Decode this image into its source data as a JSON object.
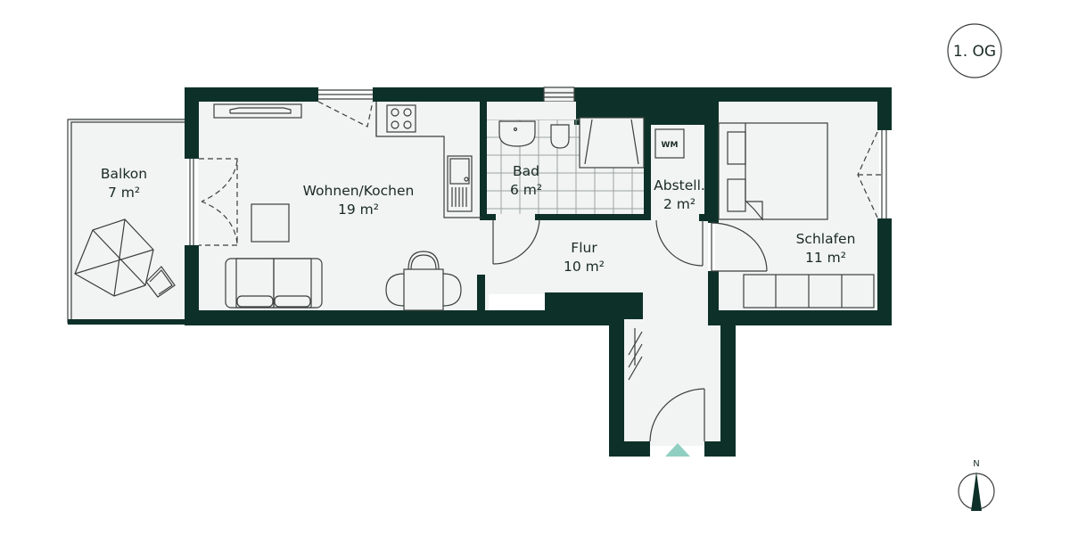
{
  "floor_badge": {
    "label": "1. OG"
  },
  "compass": {
    "label": "N"
  },
  "colors": {
    "wall": "#0d3129",
    "floor": "#f1f4f3",
    "entrance_marker": "#8fcfc2",
    "line": "#3a3f3d"
  },
  "rooms": [
    {
      "id": "balkon",
      "name": "Balkon",
      "area": "7 m²"
    },
    {
      "id": "wohnen",
      "name": "Wohnen/Kochen",
      "area": "19 m²"
    },
    {
      "id": "bad",
      "name": "Bad",
      "area": "6 m²"
    },
    {
      "id": "abstell",
      "name": "Abstell.",
      "area": "2 m²"
    },
    {
      "id": "flur",
      "name": "Flur",
      "area": "10 m²"
    },
    {
      "id": "schlafen",
      "name": "Schlafen",
      "area": "11 m²"
    }
  ],
  "fixtures": {
    "washing_machine": "WM"
  }
}
